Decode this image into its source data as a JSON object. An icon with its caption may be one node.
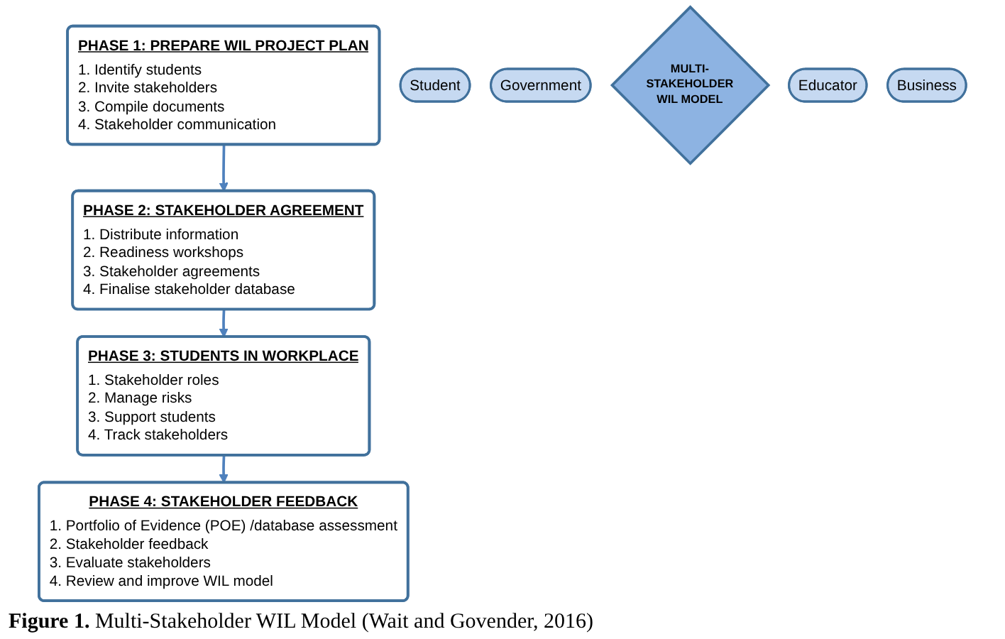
{
  "diagram": {
    "caption": "**Figure 1.** Multi-Stakeholder WIL Model (Wait and Govender, 2016)",
    "nodes": [
      {
        "text": [
          "PHASE 4: STAKEHOLDER FEEDBACK",
          "1. Portfolio of Evidence (POE) /database assessment",
          "2. Stakeholder feedback",
          "3. Evaluate stakeholders",
          "4. Review and improve WIL model"
        ]
      },
      {
        "text": [
          "PHASE 1: PREPARE WIL PROJECT PLAN",
          "1. Identify students",
          "2. Invite stakeholders",
          "3. Compile documents",
          "4. Stakeholder communication"
        ]
      },
      {
        "text": [
          "Student"
        ]
      },
      {
        "text": [
          "Government"
        ]
      },
      {
        "text": [
          "MULTI-STAKEHOLDER WIL MODEL"
        ]
      },
      {
        "text": [
          "Educator"
        ]
      },
      {
        "text": [
          "PHASE 3: STUDENTS IN WORKPLACE",
          "1. Stakeholder roles",
          "2. Manage risks",
          "3. Support students",
          "4. Track stakeholders"
        ]
      },
      {
        "text": [
          "PHASE 2: STAKEHOLDER AGREEMENT",
          "1. Distribute information",
          "2. Readiness workshops",
          "3. Stakeholder agreements",
          "4. Finalise stakeholder database"
        ]
      },
      {
        "text": [
          "Business"
        ]
      }
    ],
    "edges": [
      {
        "from": 1,
        "to": 7,
        "arrow": "to"
      },
      {
        "from": 7,
        "to": 6,
        "arrow": "to"
      },
      {
        "from": 6,
        "to": 0,
        "arrow": "to"
      }
    ]
  }
}
